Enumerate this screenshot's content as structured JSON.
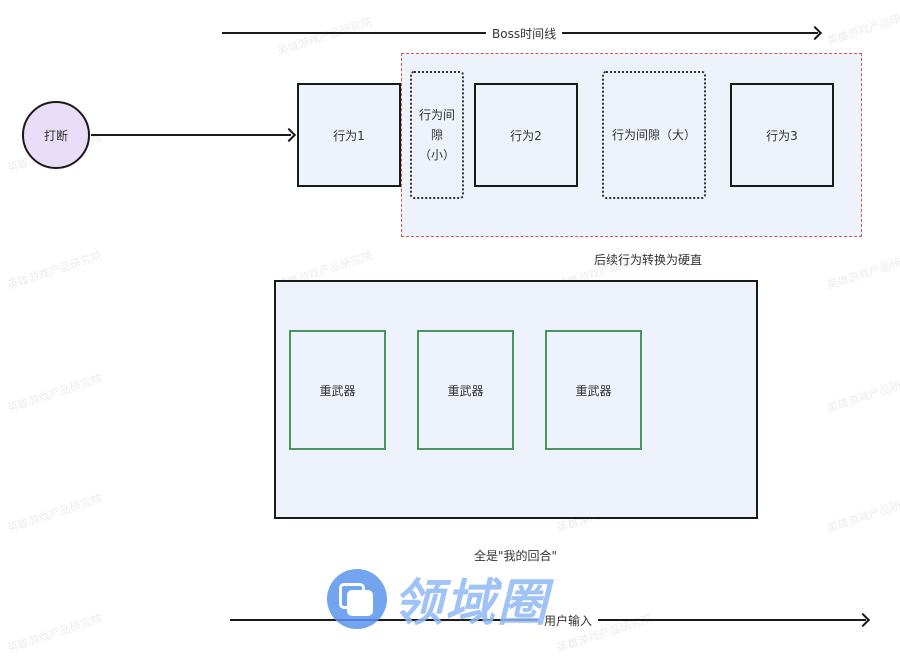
{
  "boss_timeline": {
    "label": "Boss时间线"
  },
  "interrupt": {
    "label": "打断"
  },
  "actions": [
    {
      "label": "行为1"
    },
    {
      "label": "行为2"
    },
    {
      "label": "行为3"
    }
  ],
  "gaps": {
    "small": {
      "line1": "行为间",
      "line2": "隙",
      "line3": "（小）"
    },
    "large": {
      "label": "行为间隙（大）"
    }
  },
  "red_region_caption": "后续行为转换为硬直",
  "heavy_weapons": [
    {
      "label": "重武器"
    },
    {
      "label": "重武器"
    },
    {
      "label": "重武器"
    }
  ],
  "lower_caption": "全是\"我的回合\"",
  "user_timeline": {
    "label": "用户输入"
  },
  "logo": {
    "text": "领域圈"
  },
  "watermark": "英雄游戏产品研究院",
  "colors": {
    "box_fill": "#eef2fb",
    "interrupt_fill": "#e8defa",
    "red_dash": "#d9534f",
    "green_border": "#4a9460",
    "logo_blue": "#5b95ee"
  }
}
